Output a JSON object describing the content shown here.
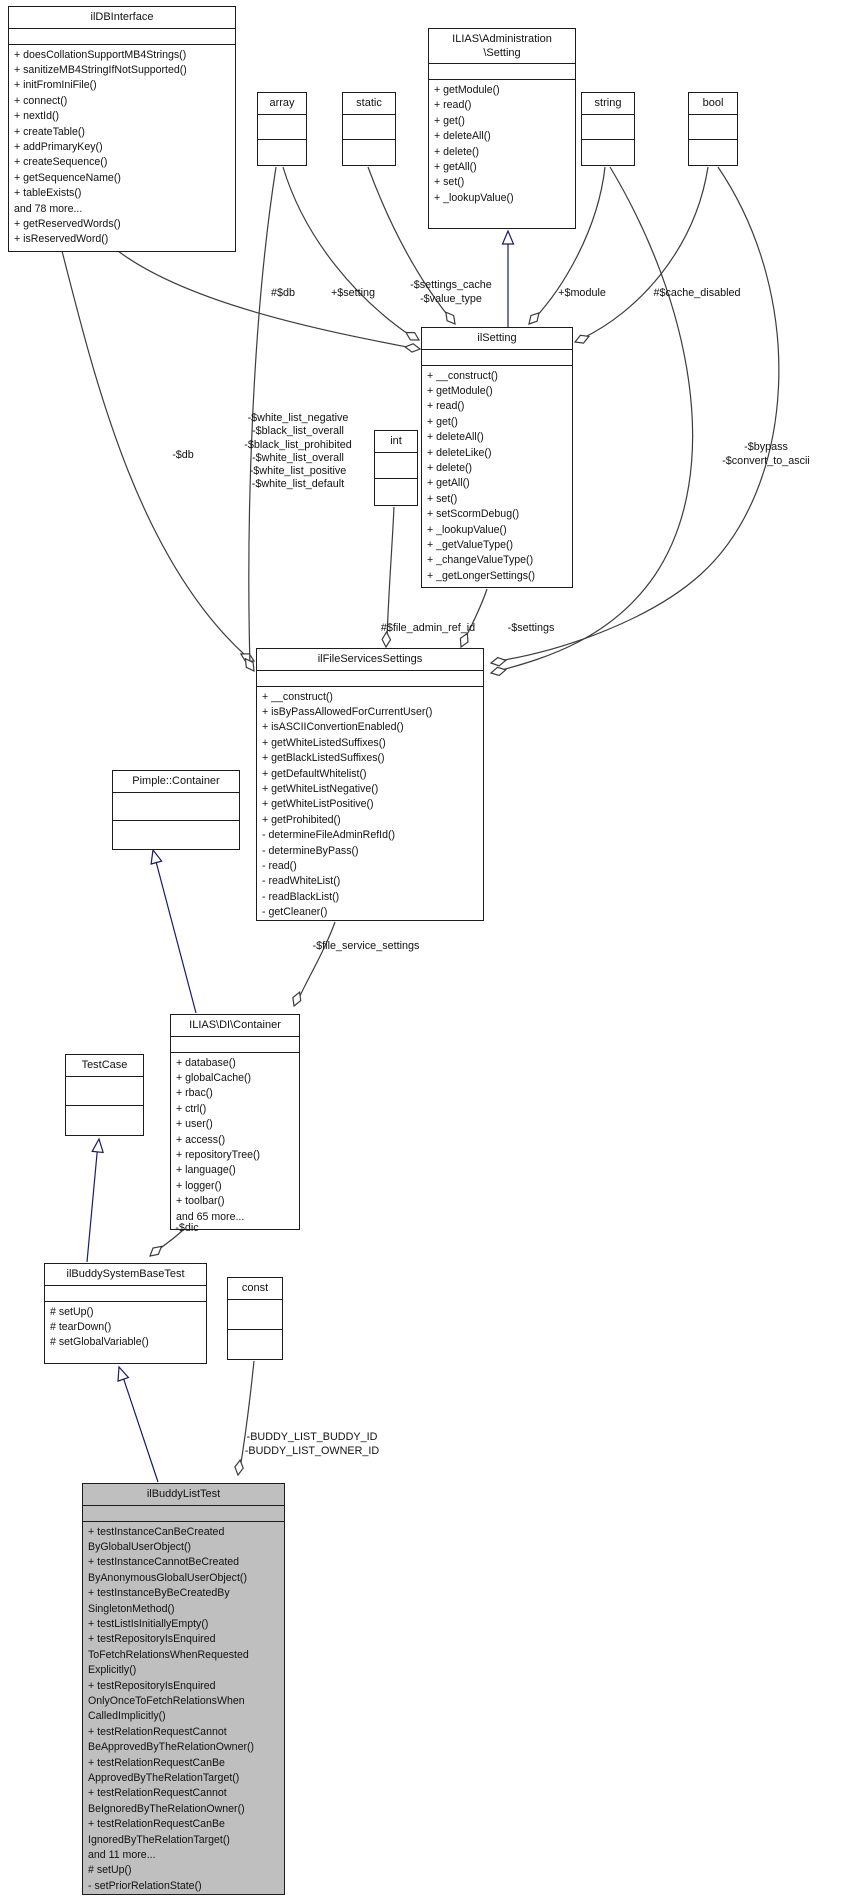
{
  "diagram": {
    "title": "ilBuddyListTest collaboration diagram",
    "colors": {
      "box_fill": "#ffffff",
      "highlight_fill": "#bfbfbf",
      "border": "#1c1c1c",
      "aggregation_edge": "#3c3c3c",
      "inheritance_edge": "#191970",
      "text": "#111111"
    }
  },
  "classes": [
    {
      "id": "ildbinterface",
      "title": [
        "ilDBInterface"
      ],
      "highlight": false,
      "members": [
        "+ doesCollationSupportMB4Strings()",
        "+ sanitizeMB4StringIfNotSupported()",
        "+ initFromIniFile()",
        "+ connect()",
        "+ nextId()",
        "+ createTable()",
        "+ addPrimaryKey()",
        "+ createSequence()",
        "+ getSequenceName()",
        "+ tableExists()",
        "and 78 more...",
        "+ getReservedWords()",
        "+ isReservedWord()"
      ]
    },
    {
      "id": "administration-setting",
      "title": [
        "ILIAS\\Administration",
        "\\Setting"
      ],
      "highlight": false,
      "members": [
        "+ getModule()",
        "+ read()",
        "+ get()",
        "+ deleteAll()",
        "+ delete()",
        "+ getAll()",
        "+ set()",
        "+ _lookupValue()"
      ]
    },
    {
      "id": "array",
      "title": [
        "array"
      ],
      "highlight": false,
      "members": []
    },
    {
      "id": "static",
      "title": [
        "static"
      ],
      "highlight": false,
      "members": []
    },
    {
      "id": "string",
      "title": [
        "string"
      ],
      "highlight": false,
      "members": []
    },
    {
      "id": "bool",
      "title": [
        "bool"
      ],
      "highlight": false,
      "members": []
    },
    {
      "id": "ilsetting",
      "title": [
        "ilSetting"
      ],
      "highlight": false,
      "members": [
        "+ __construct()",
        "+ getModule()",
        "+ read()",
        "+ get()",
        "+ deleteAll()",
        "+ deleteLike()",
        "+ delete()",
        "+ getAll()",
        "+ set()",
        "+ setScormDebug()",
        "+ _lookupValue()",
        "+ _getValueType()",
        "+ _changeValueType()",
        "+ _getLongerSettings()"
      ]
    },
    {
      "id": "int",
      "title": [
        "int"
      ],
      "highlight": false,
      "members": []
    },
    {
      "id": "ilfileservicessettings",
      "title": [
        "ilFileServicesSettings"
      ],
      "highlight": false,
      "members": [
        "+ __construct()",
        "+ isByPassAllowedForCurrentUser()",
        "+ isASCIIConvertionEnabled()",
        "+ getWhiteListedSuffixes()",
        "+ getBlackListedSuffixes()",
        "+ getDefaultWhitelist()",
        "+ getWhiteListNegative()",
        "+ getWhiteListPositive()",
        "+ getProhibited()",
        "- determineFileAdminRefId()",
        "- determineByPass()",
        "- read()",
        "- readWhiteList()",
        "- readBlackList()",
        "- getCleaner()"
      ]
    },
    {
      "id": "pimple-container",
      "title": [
        "Pimple::Container"
      ],
      "highlight": false,
      "members": []
    },
    {
      "id": "di-container",
      "title": [
        "ILIAS\\DI\\Container"
      ],
      "highlight": false,
      "members": [
        "+ database()",
        "+ globalCache()",
        "+ rbac()",
        "+ ctrl()",
        "+ user()",
        "+ access()",
        "+ repositoryTree()",
        "+ language()",
        "+ logger()",
        "+ toolbar()",
        "and 65 more..."
      ]
    },
    {
      "id": "testcase",
      "title": [
        "TestCase"
      ],
      "highlight": false,
      "members": []
    },
    {
      "id": "ilbuddysystembasetest",
      "title": [
        "ilBuddySystemBaseTest"
      ],
      "highlight": false,
      "members": [
        "# setUp()",
        "# tearDown()",
        "# setGlobalVariable()"
      ]
    },
    {
      "id": "const",
      "title": [
        "const"
      ],
      "highlight": false,
      "members": []
    },
    {
      "id": "ilbuddylisttest",
      "title": [
        "ilBuddyListTest"
      ],
      "highlight": true,
      "members": [
        "+ testInstanceCanBeCreated",
        "ByGlobalUserObject()",
        "+ testInstanceCannotBeCreated",
        "ByAnonymousGlobalUserObject()",
        "+ testInstanceByBeCreatedBy",
        "SingletonMethod()",
        "+ testListIsInitiallyEmpty()",
        "+ testRepositoryIsEnquired",
        "ToFetchRelationsWhenRequested",
        "Explicitly()",
        "+ testRepositoryIsEnquired",
        "OnlyOnceToFetchRelationsWhen",
        "CalledImplicitly()",
        "+ testRelationRequestCannot",
        "BeApprovedByTheRelationOwner()",
        "+ testRelationRequestCanBe",
        "ApprovedByTheRelationTarget()",
        "+ testRelationRequestCannot",
        "BeIgnoredByTheRelationOwner()",
        "+ testRelationRequestCanBe",
        "IgnoredByTheRelationTarget()",
        "and 11 more...",
        "# setUp()",
        "- setPriorRelationState()"
      ]
    }
  ],
  "edge_labels": [
    {
      "id": "db-of-ilsetting",
      "lines": [
        "#$db"
      ]
    },
    {
      "id": "setting-member",
      "lines": [
        "+$setting"
      ]
    },
    {
      "id": "settings-cache",
      "lines": [
        "-$settings_cache",
        "-$value_type"
      ]
    },
    {
      "id": "module-member",
      "lines": [
        "+$module"
      ]
    },
    {
      "id": "cache-disabled",
      "lines": [
        "#$cache_disabled"
      ]
    },
    {
      "id": "db-of-filesettings",
      "lines": [
        "-$db"
      ]
    },
    {
      "id": "whitelist-members",
      "lines": [
        "-$white_list_negative",
        "-$black_list_overall",
        "-$black_list_prohibited",
        "-$white_list_overall",
        "-$white_list_positive",
        "-$white_list_default"
      ]
    },
    {
      "id": "bypass-members",
      "lines": [
        "-$bypass",
        "-$convert_to_ascii"
      ]
    },
    {
      "id": "file-admin-ref-id",
      "lines": [
        "#$file_admin_ref_id"
      ]
    },
    {
      "id": "settings-member",
      "lines": [
        "-$settings"
      ]
    },
    {
      "id": "file-service-settings",
      "lines": [
        "-$file_service_settings"
      ]
    },
    {
      "id": "dic-member",
      "lines": [
        "-$dic"
      ]
    },
    {
      "id": "buddy-consts",
      "lines": [
        "-BUDDY_LIST_BUDDY_ID",
        "-BUDDY_LIST_OWNER_ID"
      ]
    }
  ]
}
